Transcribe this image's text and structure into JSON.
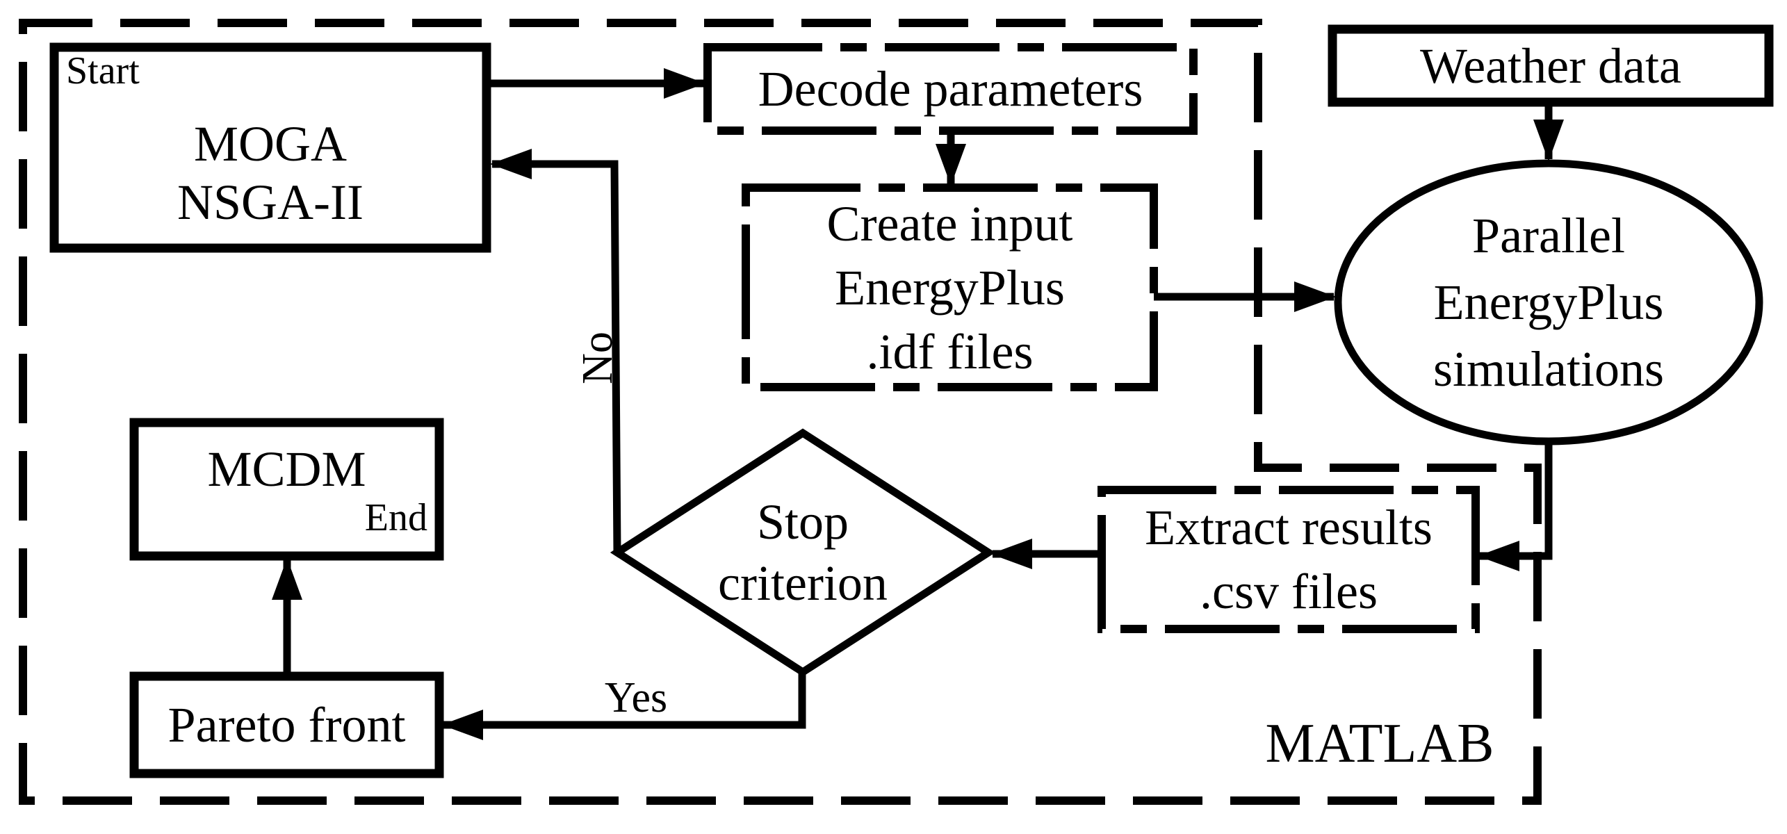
{
  "title": "MOGA NSGA-II EnergyPlus optimization flowchart",
  "colors": {
    "ink": "#000000",
    "background": "#ffffff"
  },
  "boundary": {
    "label": "MATLAB"
  },
  "nodes": {
    "start": {
      "tag": "Start",
      "lines": [
        "MOGA",
        "NSGA-II"
      ]
    },
    "decode": {
      "lines": [
        "Decode parameters"
      ]
    },
    "create": {
      "lines": [
        "Create input",
        "EnergyPlus",
        ".idf files"
      ]
    },
    "weather": {
      "lines": [
        "Weather data"
      ]
    },
    "parallel": {
      "lines": [
        "Parallel",
        "EnergyPlus",
        "simulations"
      ]
    },
    "stop": {
      "lines": [
        "Stop",
        "criterion"
      ]
    },
    "extract": {
      "lines": [
        "Extract results",
        ".csv files"
      ]
    },
    "mcdm": {
      "label": "MCDM",
      "tag": "End"
    },
    "pareto": {
      "lines": [
        "Pareto front"
      ]
    }
  },
  "edges": {
    "no_label": "No",
    "yes_label": "Yes"
  }
}
